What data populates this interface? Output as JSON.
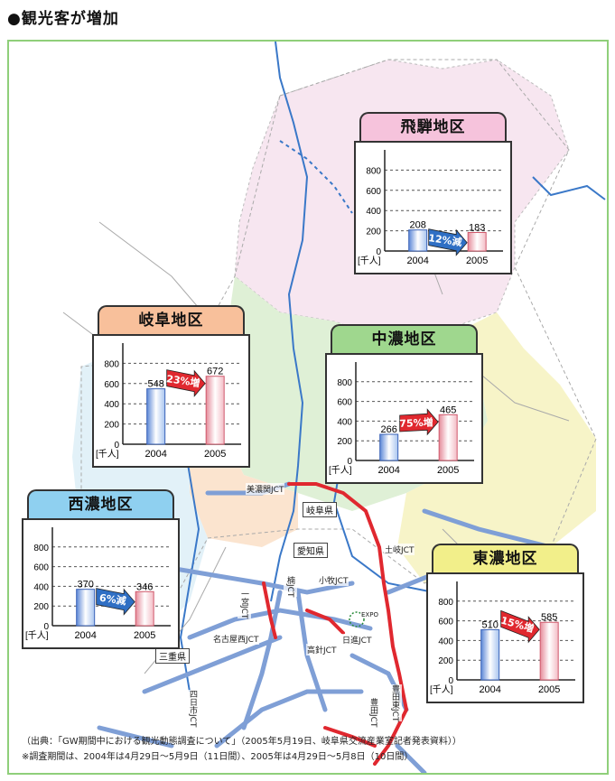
{
  "title": "●観光客が増加",
  "colors": {
    "frame": "#8fcf7a",
    "road": "#7f9fd6",
    "expressway": "#e0282f",
    "river": "#3a78c8"
  },
  "map_labels": {
    "gifu_pref": "岐阜県",
    "aichi_pref": "愛知県",
    "mie_pref": "三重県",
    "minokamo_jct": "美濃関JCT",
    "toki_jct": "土岐JCT",
    "komaki_jct": "小牧JCT",
    "ichinomiya_jct": "一宮JCT",
    "kusunoki_jct": "楠JCT",
    "nagoya_nishi_jct": "名古屋西JCT",
    "takabari_jct": "高針JCT",
    "nisshin_jct": "日進JCT",
    "yokkaichi_jct": "四日市JCT",
    "toyota_jct": "豊田JCT",
    "toyota_higashi_jct": "豊田東JCT",
    "expo": "EXPO"
  },
  "panels": {
    "hida": {
      "label": "飛騨地区",
      "head_color": "#f6c3dc"
    },
    "gifu": {
      "label": "岐阜地区",
      "head_color": "#f8c09b"
    },
    "chuno": {
      "label": "中濃地区",
      "head_color": "#9fd78e"
    },
    "seino": {
      "label": "西濃地区",
      "head_color": "#8fd0f0"
    },
    "tono": {
      "label": "東濃地区",
      "head_color": "#f2ef8a"
    }
  },
  "chart_data": [
    {
      "type": "bar",
      "title": "飛騨地区",
      "categories": [
        "2004",
        "2005"
      ],
      "values": [
        208,
        183
      ],
      "ylabel": "[千人]",
      "ylim": [
        0,
        1000
      ],
      "yticks": [
        0,
        200,
        400,
        600,
        800
      ],
      "change": "12%減",
      "direction": "down"
    },
    {
      "type": "bar",
      "title": "岐阜地区",
      "categories": [
        "2004",
        "2005"
      ],
      "values": [
        548,
        672
      ],
      "ylabel": "[千人]",
      "ylim": [
        0,
        1000
      ],
      "yticks": [
        0,
        200,
        400,
        600,
        800
      ],
      "change": "23%増",
      "direction": "up"
    },
    {
      "type": "bar",
      "title": "中濃地区",
      "categories": [
        "2004",
        "2005"
      ],
      "values": [
        266,
        465
      ],
      "ylabel": "[千人]",
      "ylim": [
        0,
        1000
      ],
      "yticks": [
        0,
        200,
        400,
        600,
        800
      ],
      "change": "75%増",
      "direction": "up"
    },
    {
      "type": "bar",
      "title": "西濃地区",
      "categories": [
        "2004",
        "2005"
      ],
      "values": [
        370,
        346
      ],
      "ylabel": "[千人]",
      "ylim": [
        0,
        1000
      ],
      "yticks": [
        0,
        200,
        400,
        600,
        800
      ],
      "change": "6%減",
      "direction": "down"
    },
    {
      "type": "bar",
      "title": "東濃地区",
      "categories": [
        "2004",
        "2005"
      ],
      "values": [
        510,
        585
      ],
      "ylabel": "[千人]",
      "ylim": [
        0,
        1000
      ],
      "yticks": [
        0,
        200,
        400,
        600,
        800
      ],
      "change": "15%増",
      "direction": "up"
    }
  ],
  "footnotes": {
    "source": "（出典：「GW期間中における観光動態調査について」（2005年5月19日、岐阜県交流産業室記者発表資料））",
    "period": "※調査期間は、2004年は4月29日～5月9日（11日間）、2005年は4月29日～5月8日（10日間）"
  }
}
